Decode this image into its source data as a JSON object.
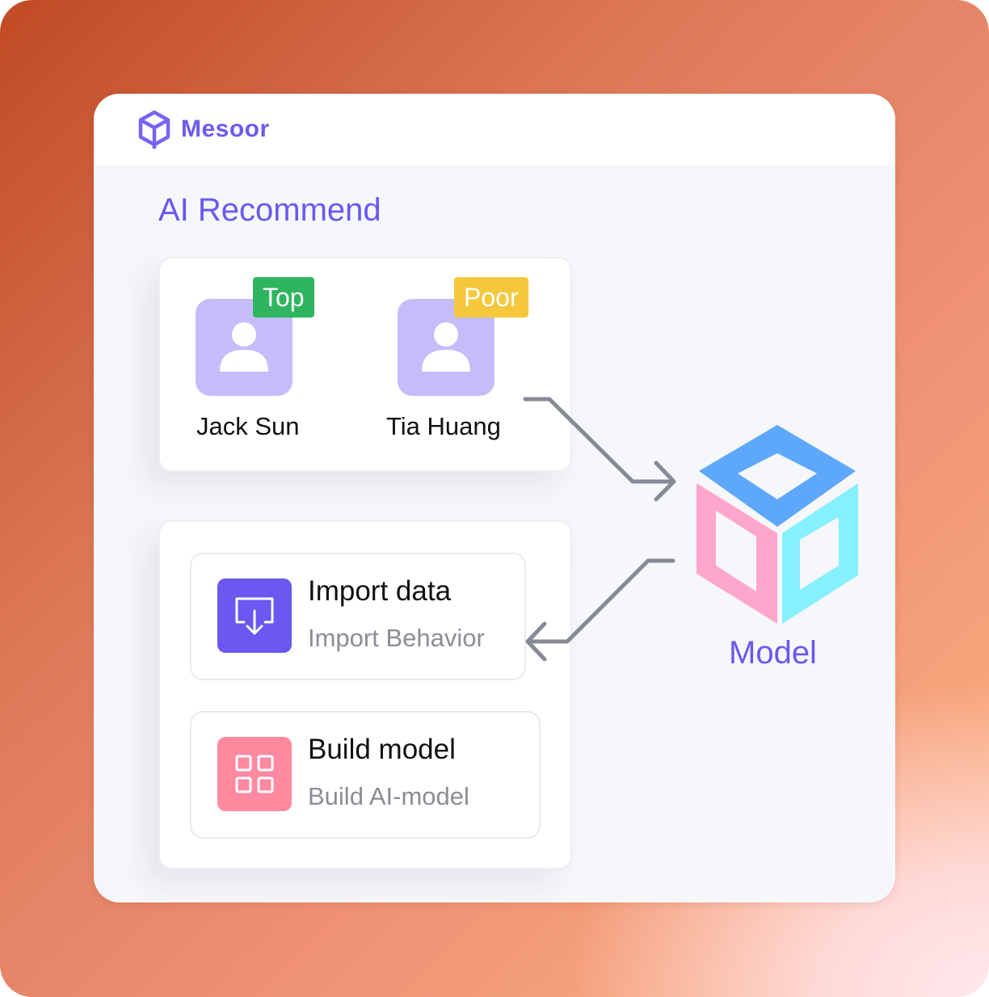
{
  "brand": {
    "name": "Mesoor",
    "icon": "cube-logo-icon"
  },
  "section": {
    "title": "AI Recommend"
  },
  "candidates": [
    {
      "name": "Jack Sun",
      "badge": "Top",
      "badge_color": "#2fb55f",
      "icon": "user-icon"
    },
    {
      "name": "Tia Huang",
      "badge": "Poor",
      "badge_color": "#f5c83c",
      "icon": "user-icon"
    }
  ],
  "tasks": [
    {
      "title": "Import data",
      "subtitle": "Import Behavior",
      "icon": "import-icon",
      "color": "#6a58f0"
    },
    {
      "title": "Build model",
      "subtitle": "Build AI-model",
      "icon": "grid-icon",
      "color": "#ff8aa0"
    }
  ],
  "model": {
    "label": "Model",
    "icon": "cube-model-icon"
  },
  "colors": {
    "accent": "#6a58f0",
    "cube_top": "#5ea8fb",
    "cube_left": "#ffa6cc",
    "cube_right": "#86f0fe",
    "arrow": "#878a96"
  }
}
